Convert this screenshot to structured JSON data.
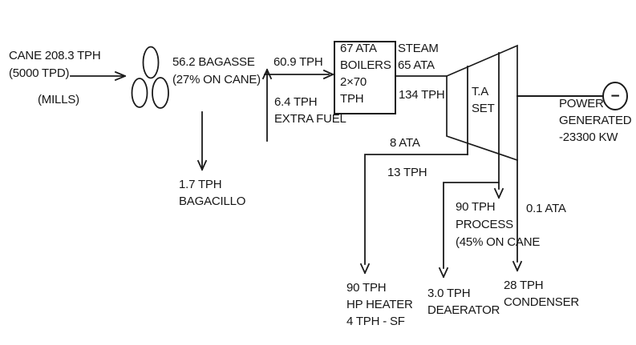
{
  "diagram": {
    "cane": {
      "l1": "CANE 208.3 TPH",
      "l2": "(5000 TPD)"
    },
    "mills_label": "(MILLS)",
    "bagasse": {
      "l1": "56.2 BAGASSE",
      "l2": "(27% ON CANE)"
    },
    "bagasse_flow": "60.9 TPH",
    "extra_fuel": {
      "l1": "6.4 TPH",
      "l2": "EXTRA FUEL"
    },
    "bagacillo": {
      "l1": "1.7 TPH",
      "l2": "BAGACILLO"
    },
    "boiler": {
      "l1": "67 ATA",
      "l2": "BOILERS",
      "l3": "2×70",
      "l4": "TPH"
    },
    "steam": {
      "l1": "STEAM",
      "l2": "65 ATA",
      "flow": "134 TPH"
    },
    "turbine": {
      "l1": "T.A",
      "l2": "SET"
    },
    "generator": {
      "symbol": "−",
      "l1": "POWER",
      "l2": "GENERATED",
      "l3": "-23300 KW"
    },
    "extraction_8ata": {
      "l1": "8 ATA",
      "l2": "13 TPH"
    },
    "process": {
      "l1": "90 TPH",
      "l2": "PROCESS",
      "l3": "(45% ON CANE"
    },
    "condenser_vacuum": "0.1 ATA",
    "hp_heater": {
      "l1": "90 TPH",
      "l2": "HP HEATER",
      "l3": "4 TPH - SF"
    },
    "deaerator": {
      "l1": "3.0 TPH",
      "l2": "DEAERATOR"
    },
    "condenser": {
      "l1": "28 TPH",
      "l2": "CONDENSER"
    }
  },
  "colors": {
    "ink": "#1b1b1b",
    "background": "#ffffff"
  }
}
